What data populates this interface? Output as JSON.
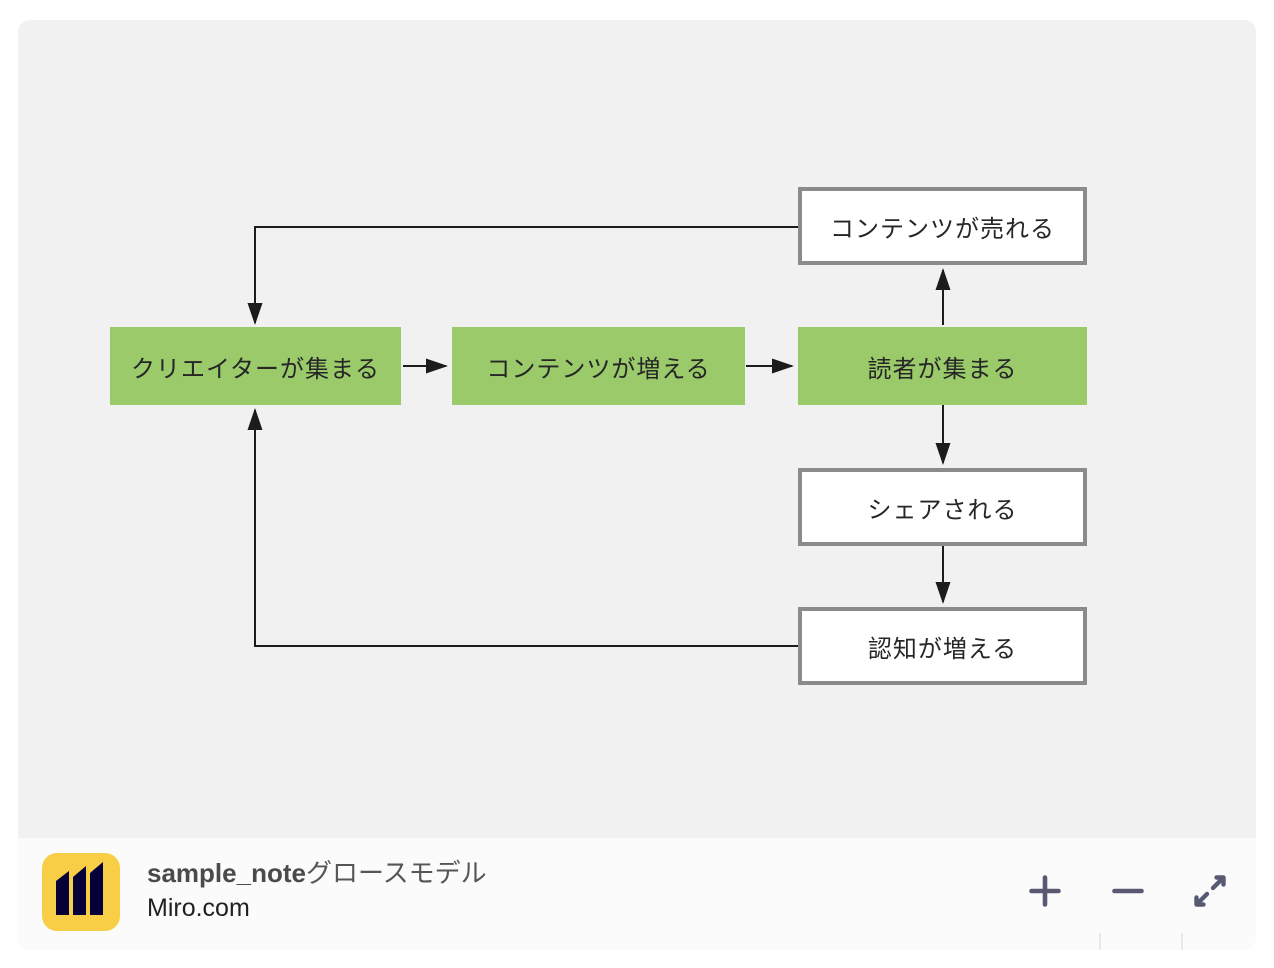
{
  "embed": {
    "title_latin": "sample_note",
    "title_ja": "グロースモデル",
    "provider": "Miro.com"
  },
  "controls": {
    "zoom_in": "plus-icon",
    "zoom_out": "minus-icon",
    "fullscreen": "expand-arrows-icon"
  },
  "diagram": {
    "type": "flowchart",
    "title": "sample_note グロースモデル (growth model loop)",
    "nodes": [
      {
        "id": "creators",
        "label": "クリエイターが集まる",
        "style": "green"
      },
      {
        "id": "content-grows",
        "label": "コンテンツが増える",
        "style": "green"
      },
      {
        "id": "readers",
        "label": "読者が集まる",
        "style": "green"
      },
      {
        "id": "content-sells",
        "label": "コンテンツが売れる",
        "style": "white"
      },
      {
        "id": "shared",
        "label": "シェアされる",
        "style": "white"
      },
      {
        "id": "awareness-grows",
        "label": "認知が増える",
        "style": "white"
      }
    ],
    "edges": [
      {
        "from": "creators",
        "to": "content-grows"
      },
      {
        "from": "content-grows",
        "to": "readers"
      },
      {
        "from": "readers",
        "to": "content-sells"
      },
      {
        "from": "content-sells",
        "to": "creators"
      },
      {
        "from": "readers",
        "to": "shared"
      },
      {
        "from": "shared",
        "to": "awareness-grows"
      },
      {
        "from": "awareness-grows",
        "to": "creators"
      }
    ],
    "colors": {
      "green_node": "#9aca6a",
      "white_node_border": "#8b8b8b",
      "arrow": "#1c1c1c",
      "canvas_background": "#f1f1f2",
      "card_background": "#fbfbfb",
      "logo_yellow": "#f7ce46",
      "logo_navy": "#050038",
      "control_icon": "#585a73"
    }
  }
}
